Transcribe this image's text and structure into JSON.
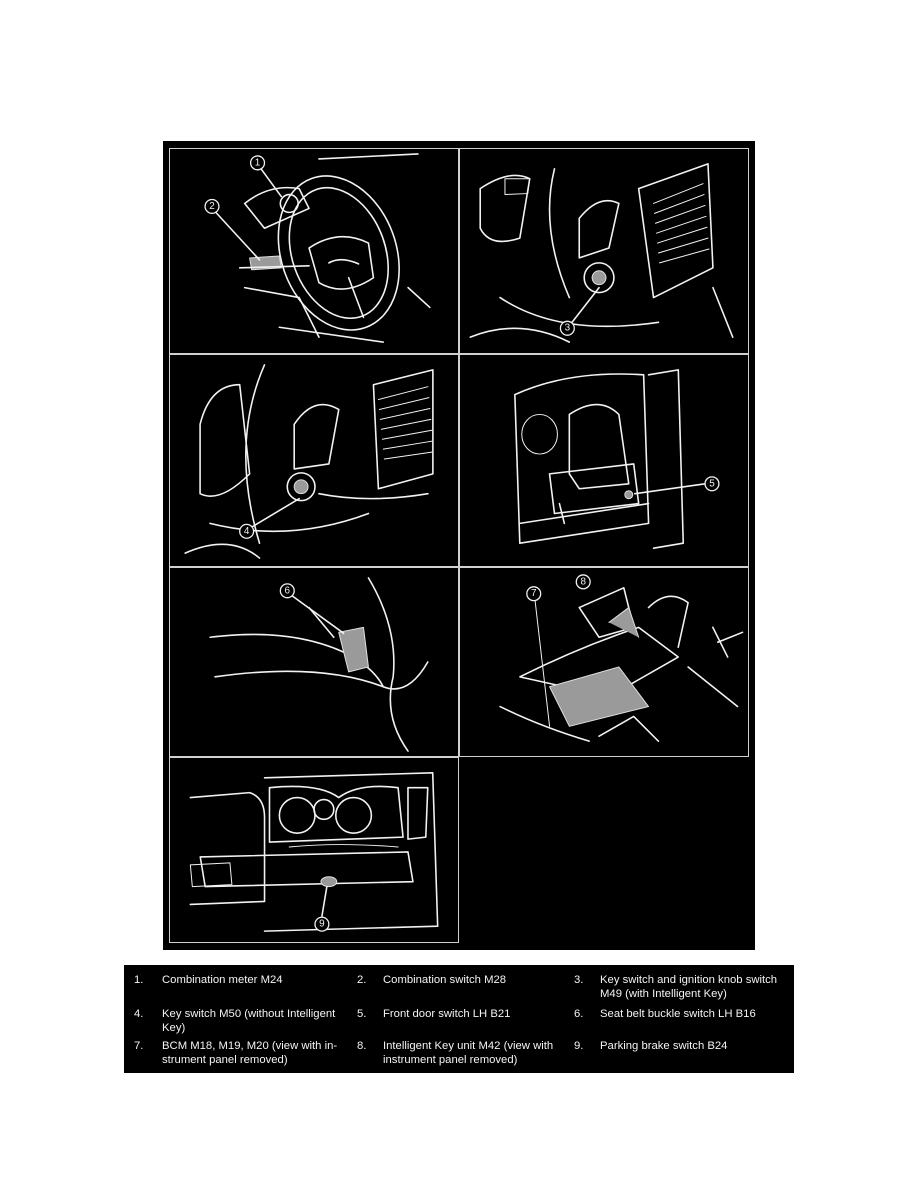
{
  "callouts": {
    "c1": "1",
    "c2": "2",
    "c3": "3",
    "c4": "4",
    "c5": "5",
    "c6": "6",
    "c7": "7",
    "c8": "8",
    "c9": "9"
  },
  "legend": [
    {
      "num": "1.",
      "line1": "Combination meter M24",
      "line2": ""
    },
    {
      "num": "2.",
      "line1": "Combination switch M28",
      "line2": ""
    },
    {
      "num": "3.",
      "line1": "Key switch and ignition knob switch",
      "line2": "M49 (with Intelligent Key)"
    },
    {
      "num": "4.",
      "line1": "Key switch M50 (without Intelligent",
      "line2": "Key)"
    },
    {
      "num": "5.",
      "line1": "Front door switch LH B21",
      "line2": ""
    },
    {
      "num": "6.",
      "line1": "Seat belt buckle switch LH B16",
      "line2": ""
    },
    {
      "num": "7.",
      "line1": "BCM M18, M19, M20 (view with in-",
      "line2": "strument panel removed)"
    },
    {
      "num": "8.",
      "line1": "Intelligent Key unit M42 (view with",
      "line2": "instrument panel removed)"
    },
    {
      "num": "9.",
      "line1": "Parking brake switch B24",
      "line2": ""
    }
  ],
  "colors": {
    "panel_bg": "#000000",
    "line_art": "#f2f2f2",
    "page_bg": "#ffffff"
  }
}
